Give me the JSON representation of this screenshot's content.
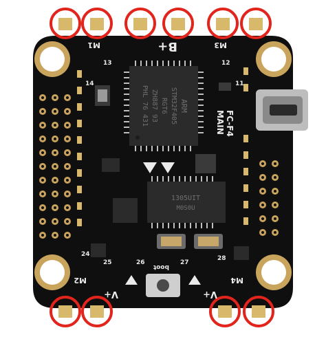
{
  "board": {
    "silkscreen": {
      "motors": [
        "M1",
        "M2",
        "M3",
        "M4"
      ],
      "power_top": "B+",
      "power_bottom_left": "V+",
      "power_bottom_right": "V+",
      "name_line1": "FC-F4",
      "name_line2": "MAIN",
      "boot_label": "boot",
      "pin_numbers": [
        "13",
        "14",
        "12",
        "11",
        "24",
        "25",
        "26",
        "27",
        "28"
      ]
    },
    "mcu": {
      "line1": "ARM",
      "line2": "STM32F405",
      "line3": "RGT6",
      "line4": "ZH887 93",
      "line5": "PHL 76 431"
    },
    "secondary_chip": {
      "line1": "1305UIT",
      "line2": "M0S0U"
    },
    "colors": {
      "pcb": "#0f0f0f",
      "pad_gold": "#d8b86a",
      "highlight_circle": "#e1241c",
      "silkscreen": "#eaeaea",
      "chip": "#2b2b2b"
    }
  }
}
